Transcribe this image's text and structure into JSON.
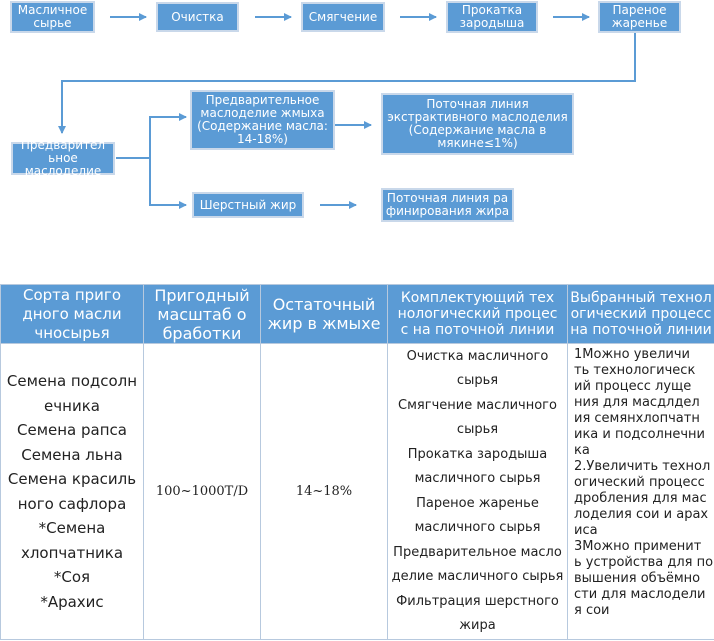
{
  "flow": {
    "nodes": {
      "oilseed": "Масличное\nсырье",
      "cleaning": "Очистка",
      "softening": "Смягчение",
      "flaking": "Прокатка\nзародыша",
      "roasting": "Пареное\nжаренье",
      "prepress": "Предварител\nьное\nмаслоделие",
      "cake_prepress": "Предварительное\nмаслоделие жмыха\n(Содержание масла:\n14-18%)",
      "extraction": "Поточная линия\nэкстрактивного маслоделия\n(Содержание масла в\nмякине≤1%)",
      "crude_oil": "Шерстный жир",
      "refining": "Поточная линия ра\nфинирования жира"
    }
  },
  "table": {
    "headers": [
      "Сорта приго\nдного масли\nчносырья",
      "Пригодный\nмасштаб о\nбработки",
      "Остаточный\nжир в жмыхе",
      "Комплектующий тех\nнологический процес\nс на поточной линии",
      "Выбранный технол\nогический процесс\nна поточной линии"
    ],
    "row": {
      "seeds": "Семена подсолн\nечника\nСемена рапса\nСемена льна\nСемена красиль\nного сафлора\n*Семена\nхлопчатника\n*Соя\n*Арахис",
      "scale": "100~1000T/D",
      "residual": "14~18%",
      "processes": "Очистка масличного\nсырья\nСмягчение масличного\nсырья\nПрокатка зародыша\nмасличного сырья\nПареное жаренье\nмасличного сырья\nПредварительное масло\nделие масличного сырья\nФильтрация шерстного\nжира",
      "selected": "1Можно увеличи\nть технологическ\nий процесс луще\nния для масдлдел\nия семянхлопчатн\nика и подсолнечни\nка\n2.Увеличить технол\nогический процесс\n дробления для мас\nлоделия сои и арах\nиса\n3Можно применит\nь устройства для по\nвышения объёмно\nсти для маслодели\nя сои"
    }
  },
  "colors": {
    "box": "#5b9bd5",
    "line": "#5b9bd5",
    "header": "#5b9bd5"
  }
}
